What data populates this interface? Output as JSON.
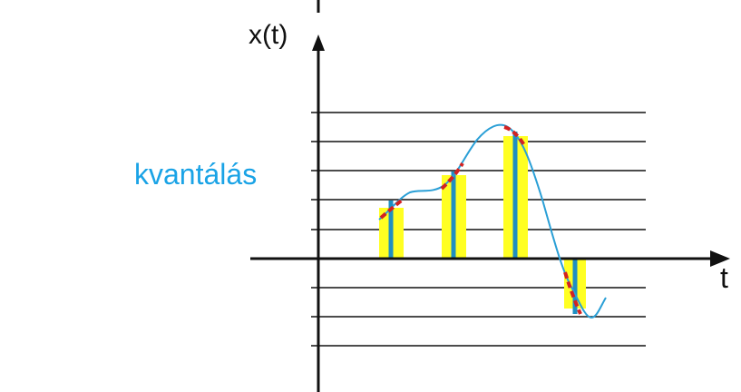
{
  "side_label": "kvantálás",
  "y_axis_label": "x(t)",
  "x_axis_label": "t",
  "colors": {
    "side_label": "#1aa3e6",
    "grid": "#111111",
    "axis": "#111111",
    "signal": "#2a9fd6",
    "sample_stem": "#1f8fc2",
    "quantized_bar": "#ffff22",
    "quantization_error": "#d22222"
  },
  "diagram": {
    "quantization_level_lines": 8,
    "samples": 4
  }
}
